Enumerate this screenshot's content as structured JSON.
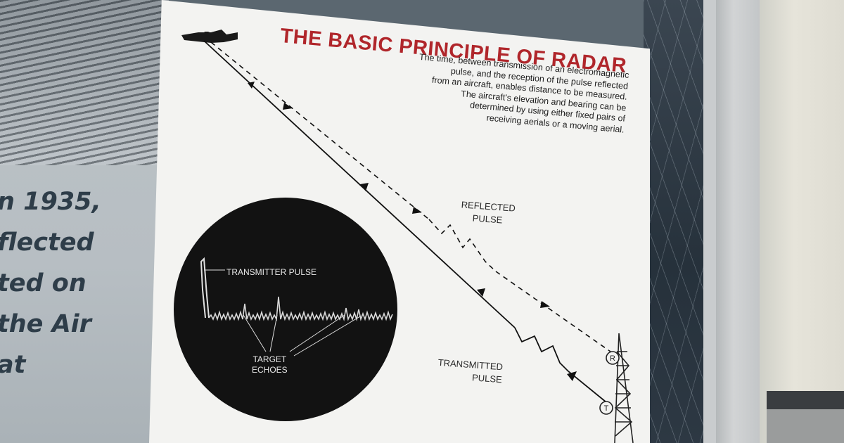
{
  "background": {
    "left_text_lines": [
      "n 1935,",
      "flected",
      "ted on",
      "the Air",
      "at"
    ]
  },
  "board": {
    "title": "THE BASIC PRINCIPLE OF RADAR",
    "body_lines": [
      "The time, between transmission of an electromagnetic",
      "pulse, and the reception of the pulse reflected",
      "from an aircraft, enables distance to be measured.",
      "The aircraft's elevation and bearing can be",
      "determined by using either fixed pairs of",
      "receiving aerials or a moving aerial."
    ],
    "reflected_label": "REFLECTED\nPULSE",
    "transmitted_label": "TRANSMITTED\nPULSE",
    "tower_receive_label": "R",
    "tower_transmit_label": "T"
  },
  "scope": {
    "transmitter_label": "TRANSMITTER PULSE",
    "echoes_label": "TARGET\nECHOES"
  },
  "icons": [
    "aircraft-icon",
    "radar-tower-icon"
  ],
  "colors": {
    "title": "#b0262b",
    "board": "#f3f3f1",
    "scope": "#111111"
  }
}
